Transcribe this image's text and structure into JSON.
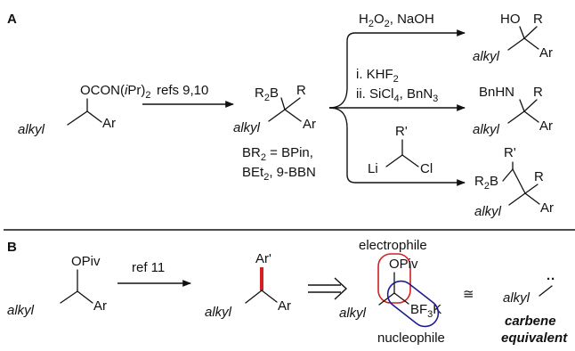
{
  "panelA": {
    "label": "A",
    "sm": {
      "sub": "OCON(",
      "ipr": "i",
      "pr2": "Pr)",
      "sub2": "2",
      "alkyl": "alkyl",
      "ar": "Ar"
    },
    "arrow1": "refs 9,10",
    "boronate": {
      "r2b_a": "R",
      "r2b_sub": "2",
      "r2b_b": "B",
      "r": "R",
      "alkyl": "alkyl",
      "ar": "Ar"
    },
    "br2": {
      "a": "BR",
      "a_sub": "2",
      "b": " = BPin,",
      "c": "BEt",
      "c_sub": "2",
      "d": ", 9-BBN"
    },
    "cond1": {
      "a": "H",
      "a_sub": "2",
      "b": "O",
      "b_sub": "2",
      "c": ", NaOH"
    },
    "cond2": {
      "i": "i. KHF",
      "i_sub": "2",
      "ii": "ii. SiCl",
      "ii_sub": "4",
      "ii_b": ", BnN",
      "ii_sub2": "3"
    },
    "reagent3": {
      "rp": "R'",
      "li": "Li",
      "cl": "Cl"
    },
    "prod1": {
      "ho": "HO",
      "r": "R",
      "alkyl": "alkyl",
      "ar": "Ar"
    },
    "prod2": {
      "bnhn": "BnHN",
      "r": "R",
      "alkyl": "alkyl",
      "ar": "Ar"
    },
    "prod3": {
      "r2b_a": "R",
      "r2b_sub": "2",
      "r2b_b": "B",
      "rp": "R'",
      "r": "R",
      "alkyl": "alkyl",
      "ar": "Ar"
    }
  },
  "panelB": {
    "label": "B",
    "sm": {
      "opiv": "OPiv",
      "alkyl": "alkyl",
      "ar": "Ar"
    },
    "arrow": "ref 11",
    "prod": {
      "arp": "Ar'",
      "alkyl": "alkyl",
      "ar": "Ar"
    },
    "synthon": {
      "electrophile": "electrophile",
      "opiv": "OPiv",
      "alkyl": "alkyl",
      "bf3k_a": "BF",
      "bf3k_sub": "3",
      "bf3k_b": "K",
      "nucleophile": "nucleophile"
    },
    "approx": "≅",
    "carbene": {
      "alkyl": "alkyl",
      "dots": "··",
      "line1": "carbene",
      "line2": "equivalent"
    }
  },
  "colors": {
    "electrophile": "#d42020",
    "nucleophile": "#1d1d8f",
    "highlight_bond": "#d42020"
  }
}
